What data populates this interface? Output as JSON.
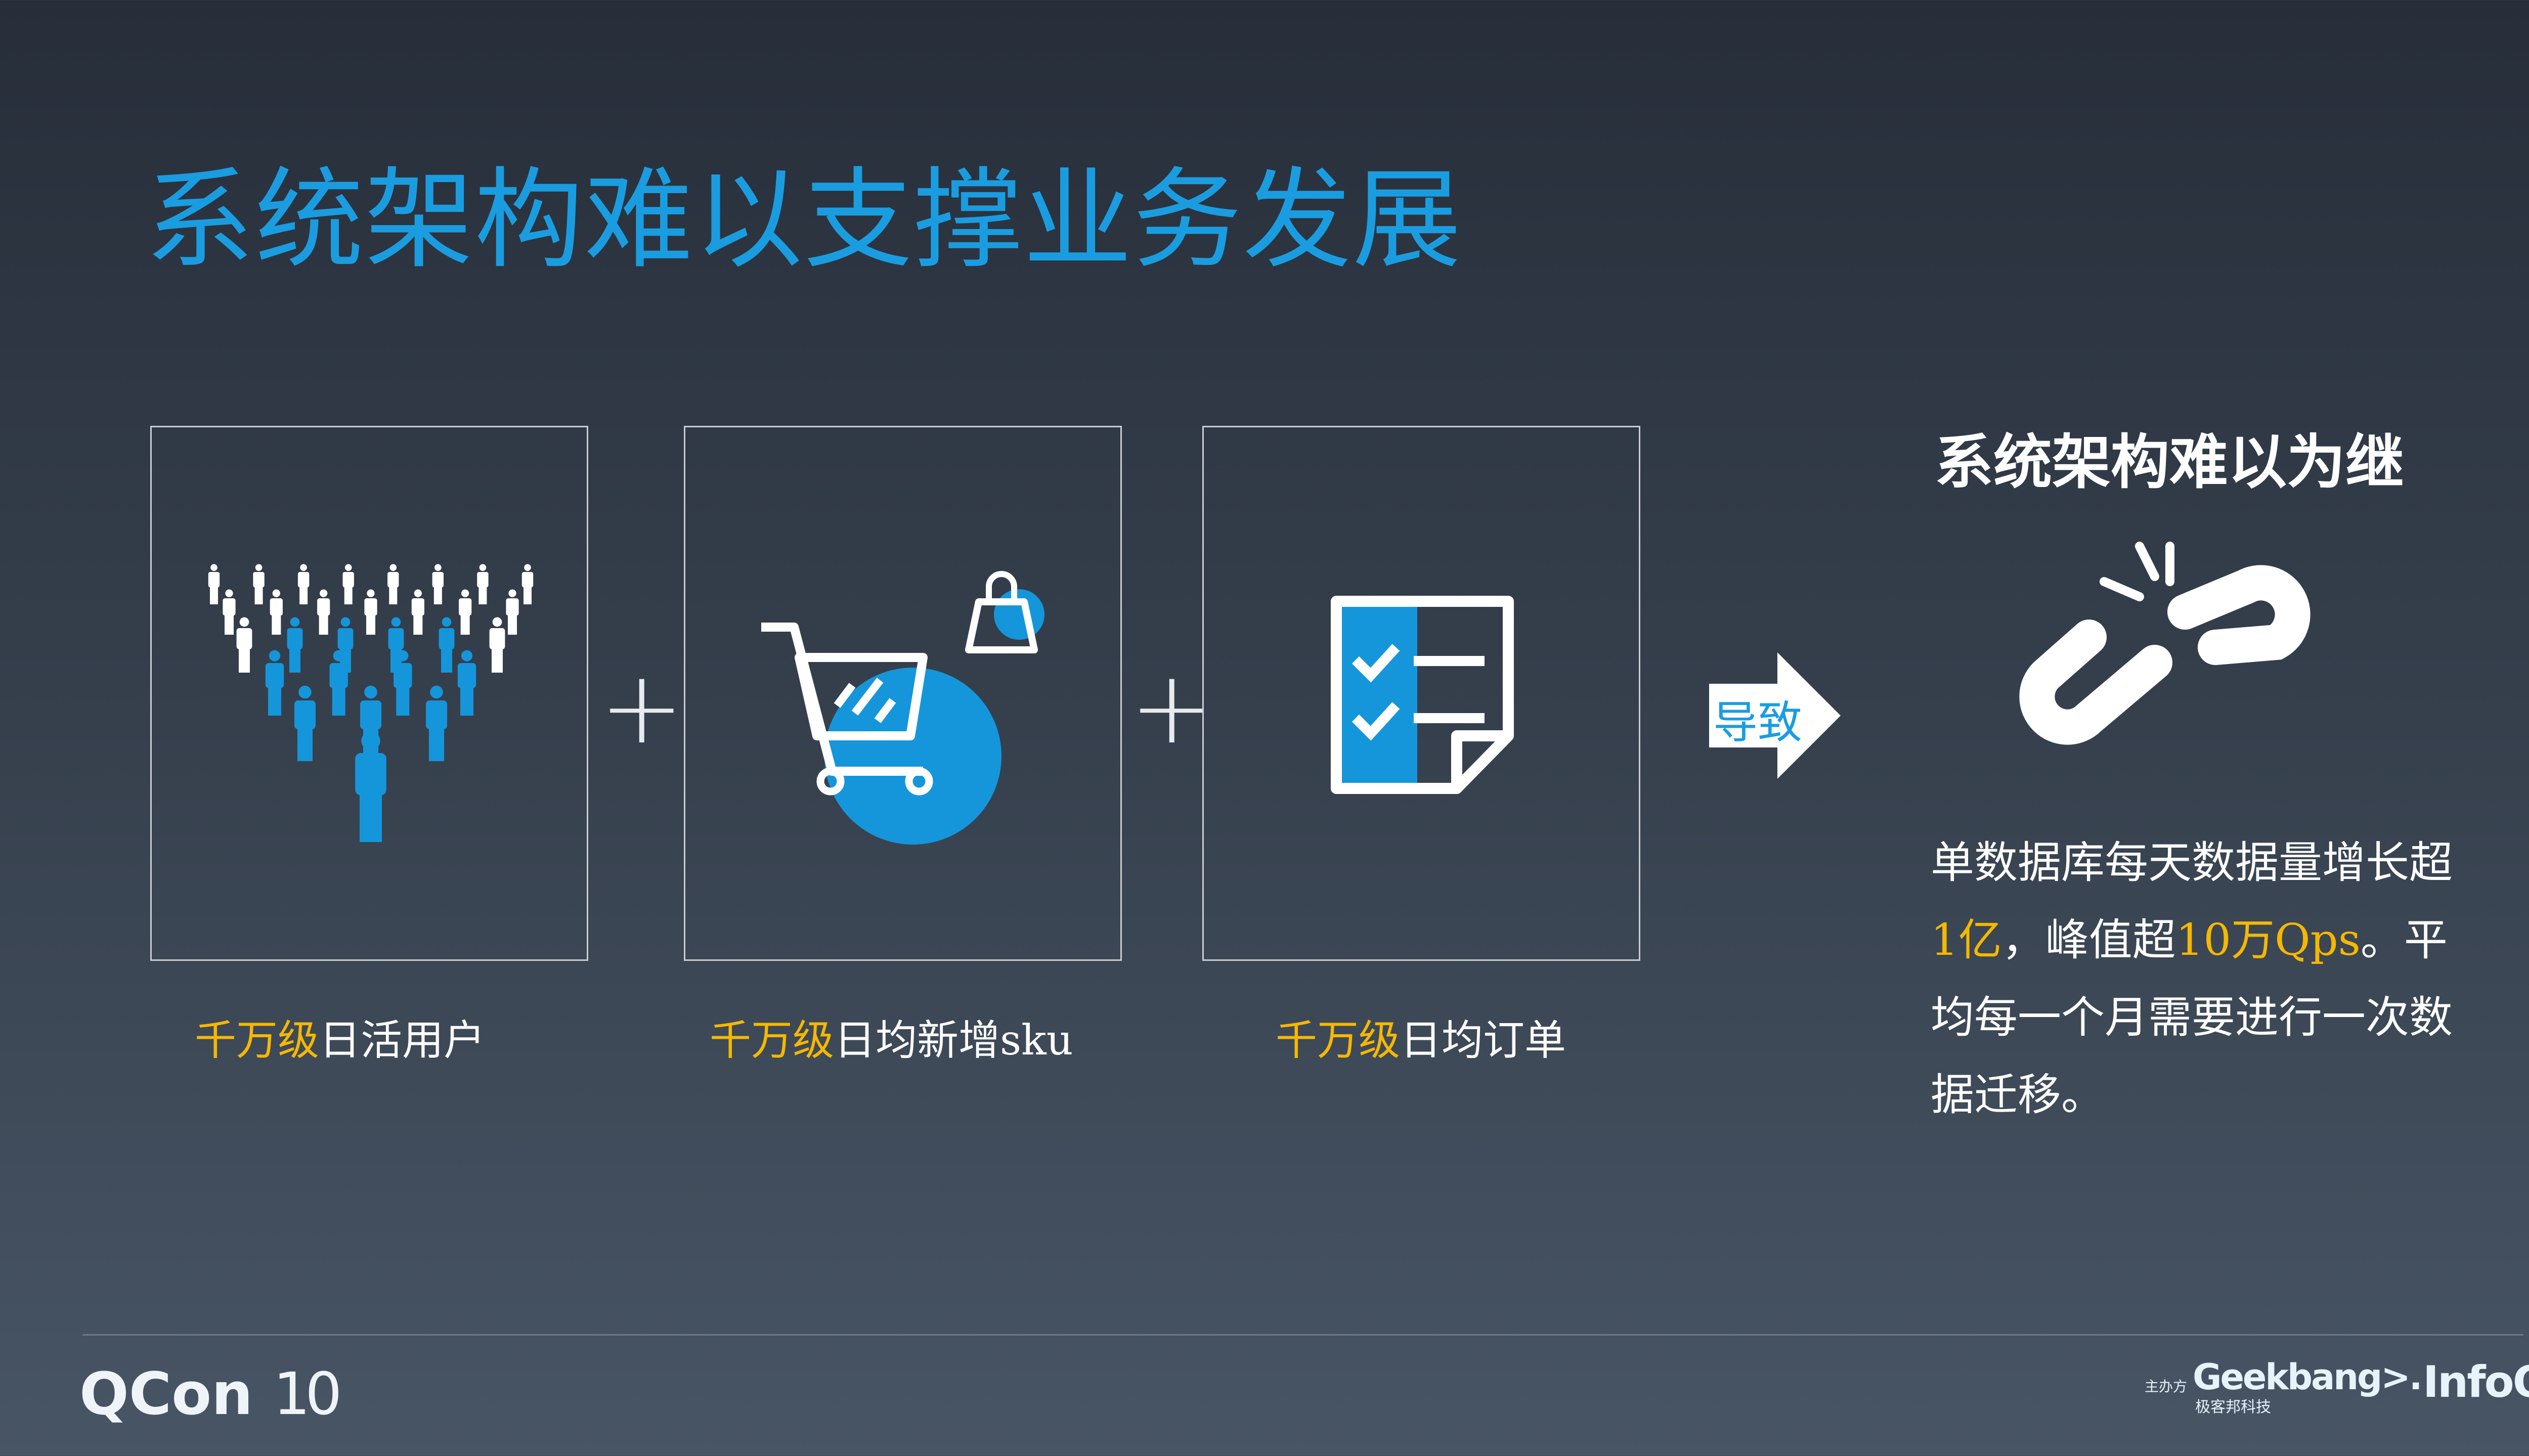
{
  "title": "系统架构难以支撑业务发展",
  "cards": [
    {
      "highlight": "千万级",
      "rest": "日活用户",
      "icon": "people-pyramid-icon"
    },
    {
      "highlight": "千万级",
      "rest": "日均新增sku",
      "icon": "shopping-cart-icon"
    },
    {
      "highlight": "千万级",
      "rest": "日均订单",
      "icon": "checklist-icon"
    }
  ],
  "arrow_label": "导致",
  "right": {
    "heading": "系统架构难以为继",
    "icon": "broken-chain-icon",
    "para": [
      {
        "t": "单数据库每天数据量增长超",
        "h": false
      },
      {
        "t": "1亿",
        "h": true
      },
      {
        "t": "，峰值超",
        "h": false
      },
      {
        "t": "10万Qps",
        "h": true
      },
      {
        "t": "。平均每一个月需要进行一次数据迁移。",
        "h": false
      }
    ]
  },
  "footer": {
    "left_logo": "QCon",
    "left_logo_mark": "10",
    "host_label": "主办方",
    "geekbang": "Geekbang>.",
    "geekbang_cn": "极客邦科技",
    "infoq": "InfoQ"
  },
  "colors": {
    "accent": "#1a9de0",
    "highlight": "#f5b800",
    "background_top": "#272e3a",
    "background_bottom": "#485565"
  }
}
